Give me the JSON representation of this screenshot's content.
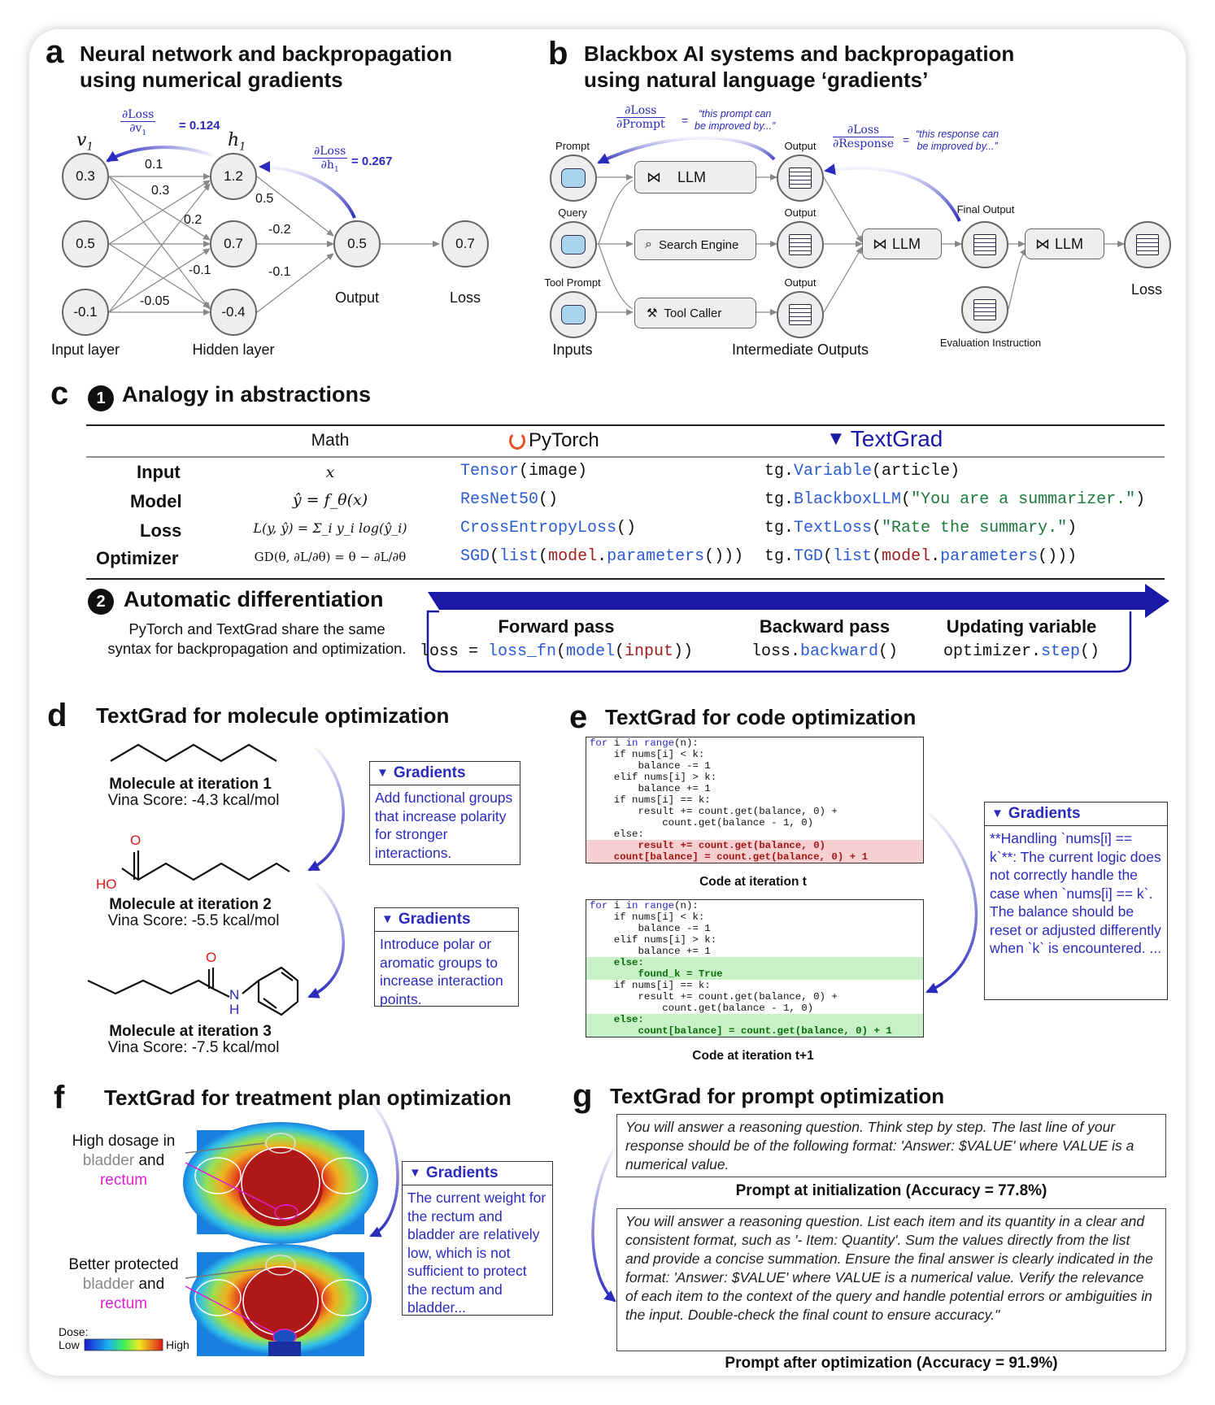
{
  "panel_a": {
    "label": "a",
    "title_l1": "Neural network and backpropagation",
    "title_l2": "using numerical gradients",
    "grad1_num": "∂Loss",
    "grad1_den": "∂v",
    "grad1_sub": "1",
    "grad1_value": "= 0.124",
    "grad2_num": "∂Loss",
    "grad2_den": "∂h",
    "grad2_sub": "1",
    "grad2_value": "= 0.267",
    "var_v1": "v",
    "var_v1_sub": "1",
    "var_h1": "h",
    "var_h1_sub": "1",
    "input_nodes": [
      "0.3",
      "0.5",
      "-0.1"
    ],
    "hidden_nodes": [
      "1.2",
      "0.7",
      "-0.4"
    ],
    "output_node": "0.5",
    "loss_node": "0.7",
    "weights": [
      "0.1",
      "0.3",
      "0.2",
      "-0.1",
      "-0.05",
      "0.5",
      "-0.2",
      "-0.1"
    ],
    "label_input": "Input layer",
    "label_hidden": "Hidden layer",
    "label_output": "Output",
    "label_loss": "Loss"
  },
  "panel_b": {
    "label": "b",
    "title_l1": "Blackbox AI systems and backpropagation",
    "title_l2": "using natural language ‘gradients’",
    "grad1_num": "∂Loss",
    "grad1_den": "∂Prompt",
    "grad1_text_l1": "“this prompt can",
    "grad1_text_l2": "be improved by...”",
    "grad2_num": "∂Loss",
    "grad2_den": "∂Response",
    "grad2_text_l1": "“this response can",
    "grad2_text_l2": "be improved by...”",
    "eq": "=",
    "prompt": "Prompt",
    "query": "Query",
    "tool_prompt": "Tool Prompt",
    "inputs": "Inputs",
    "llm": "LLM",
    "search_engine": "Search Engine",
    "tool_caller": "Tool Caller",
    "output": "Output",
    "intermediate_outputs": "Intermediate Outputs",
    "final_output": "Final Output",
    "evaluation_instruction": "Evaluation Instruction",
    "loss": "Loss"
  },
  "panel_c": {
    "label": "c",
    "step1_num": "1",
    "step1_title": "Analogy in abstractions",
    "col_math": "Math",
    "col_pytorch": "PyTorch",
    "col_textgrad": "TextGrad",
    "rows": [
      {
        "label": "Input",
        "math": "x"
      },
      {
        "label": "Model",
        "math": "ŷ = f_θ(x)"
      },
      {
        "label": "Loss",
        "math": "L(y, ŷ) = Σ_i y_i log(ŷ_i)"
      },
      {
        "label": "Optimizer",
        "math": "GD(θ, ∂L/∂θ) = θ − ∂L/∂θ"
      }
    ],
    "pytorch_code": {
      "r1_fn": "Tensor",
      "r1_op": "(",
      "r1_arg": "image",
      "r1_cl": ")",
      "r2_fn": "ResNet50",
      "r2_rest": "()",
      "r3_fn": "CrossEntropyLoss",
      "r3_rest": "()",
      "r4_a": "SGD",
      "r4_b": "(",
      "r4_c": "list",
      "r4_d": "(",
      "r4_e": "model",
      "r4_f": ".",
      "r4_g": "parameters",
      "r4_h": "()))"
    },
    "textgrad_code": {
      "prefix": "tg.",
      "r1_fn": "Variable",
      "r1_op": "(",
      "r1_arg": "article",
      "r1_cl": ")",
      "r2_fn": "BlackboxLLM",
      "r2_op": "(",
      "r2_str": "\"You are a summarizer.\"",
      "r2_cl": ")",
      "r3_fn": "TextLoss",
      "r3_op": "(",
      "r3_str": "\"Rate the summary.\"",
      "r3_cl": ")",
      "r4_a": "TGD",
      "r4_b": "(",
      "r4_c": "list",
      "r4_d": "(",
      "r4_e": "model",
      "r4_f": ".",
      "r4_g": "parameters",
      "r4_h": "()))"
    },
    "step2_num": "2",
    "step2_title": "Automatic differentiation",
    "step2_desc_l1": "PyTorch and TextGrad share the same",
    "step2_desc_l2": "syntax for backpropagation and optimization.",
    "forward_title": "Forward pass",
    "backward_title": "Backward pass",
    "update_title": "Updating variable",
    "fwd_a": "loss = ",
    "fwd_b": "loss_fn",
    "fwd_c": "(",
    "fwd_d": "model",
    "fwd_e": "(",
    "fwd_f": "input",
    "fwd_g": "))",
    "bwd_a": "loss.",
    "bwd_b": "backward",
    "bwd_c": "()",
    "upd_a": "optimizer.",
    "upd_b": "step",
    "upd_c": "()"
  },
  "panel_d": {
    "label": "d",
    "title": "TextGrad for molecule optimization",
    "mol1_name": "Molecule at iteration 1",
    "mol1_score": "Vina Score: -4.3 kcal/mol",
    "mol2_name": "Molecule at iteration 2",
    "mol2_score": "Vina Score: -5.5 kcal/mol",
    "mol3_name": "Molecule at iteration 3",
    "mol3_score": "Vina Score: -7.5 kcal/mol",
    "atom_o": "O",
    "atom_ho": "HO",
    "atom_n": "N",
    "atom_h": "H",
    "grad_header": "Gradients",
    "grad1_body": "Add functional groups that increase polarity for stronger interactions.",
    "grad2_body": "Introduce polar or aromatic groups to increase interaction points."
  },
  "panel_e": {
    "label": "e",
    "title": "TextGrad for code optimization",
    "code1_caption": "Code at iteration t",
    "code2_caption": "Code at iteration t+1",
    "grad_header": "Gradients",
    "grad_body": "**Handling `nums[i] == k`**: The current logic does not correctly handle the case when `nums[i] == k`. The balance should be reset or adjusted differently when `k` is encountered. ...",
    "code1": [
      {
        "kw": "for",
        "a": " i ",
        "kw2": "in",
        "b": " ",
        "kw3": "range",
        "c": "(n):",
        "hl": ""
      },
      {
        "t": "    if nums[i] < k:",
        "hl": ""
      },
      {
        "t": "        balance -= 1",
        "hl": ""
      },
      {
        "t": "    elif nums[i] > k:",
        "hl": ""
      },
      {
        "t": "        balance += 1",
        "hl": ""
      },
      {
        "t": "    if nums[i] == k:",
        "hl": ""
      },
      {
        "t": "        result += count.get(balance, 0) +",
        "hl": ""
      },
      {
        "t": "            count.get(balance - 1, 0)",
        "hl": ""
      },
      {
        "t": "    else:",
        "hl": ""
      },
      {
        "t": "        result += count.get(balance, 0)",
        "hl": "r"
      },
      {
        "t": "    count[balance] = count.get(balance, 0) + 1",
        "hl": "r"
      }
    ],
    "code2": [
      {
        "kw": "for",
        "a": " i ",
        "kw2": "in",
        "b": " ",
        "kw3": "range",
        "c": "(n):",
        "hl": ""
      },
      {
        "t": "    if nums[i] < k:",
        "hl": ""
      },
      {
        "t": "        balance -= 1",
        "hl": ""
      },
      {
        "t": "    elif nums[i] > k:",
        "hl": ""
      },
      {
        "t": "        balance += 1",
        "hl": ""
      },
      {
        "t": "    else:",
        "hl": "g"
      },
      {
        "t": "        found_k = True",
        "hl": "g"
      },
      {
        "t": "    if nums[i] == k:",
        "hl": ""
      },
      {
        "t": "        result += count.get(balance, 0) +",
        "hl": ""
      },
      {
        "t": "            count.get(balance - 1, 0)",
        "hl": ""
      },
      {
        "t": "    else:",
        "hl": "g"
      },
      {
        "t": "        count[balance] = count.get(balance, 0) + 1",
        "hl": "g"
      }
    ]
  },
  "panel_f": {
    "label": "f",
    "title": "TextGrad for treatment plan optimization",
    "top_l1": "High dosage in",
    "top_l2a": "bladder",
    "top_l2b": " and",
    "top_l3": "rectum",
    "bot_l1": "Better protected",
    "bot_l2a": "bladder",
    "bot_l2b": " and",
    "bot_l3": "rectum",
    "dose_label": "Dose:",
    "dose_low": "Low",
    "dose_high": "High",
    "grad_header": "Gradients",
    "grad_body": "The current weight for the rectum and bladder are relatively low, which is not sufficient to protect the rectum and bladder..."
  },
  "panel_g": {
    "label": "g",
    "title": "TextGrad for prompt optimization",
    "prompt1": "You will answer a reasoning question. Think step by step. The last line of your response should be of the following format: 'Answer: $VALUE' where VALUE is a numerical value.",
    "prompt1_caption": "Prompt at initialization (Accuracy = 77.8%)",
    "prompt2": "You will answer a reasoning question. List each item and its quantity in a clear and consistent format, such as '- Item: Quantity'. Sum the values directly from the list and provide a concise summation. Ensure the final answer is clearly indicated in the format: 'Answer: $VALUE' where VALUE is a numerical value. Verify the relevance of each item to the context of the query and handle potential errors or ambiguities in the input. Double-check the final count to ensure accuracy.\"",
    "prompt2_caption": "Prompt after optimization (Accuracy = 91.9%)"
  },
  "colors": {
    "accent": "#2a2bbd",
    "navy": "#1b1aa6",
    "rectum": "#e020d0",
    "bladder": "#888888"
  }
}
